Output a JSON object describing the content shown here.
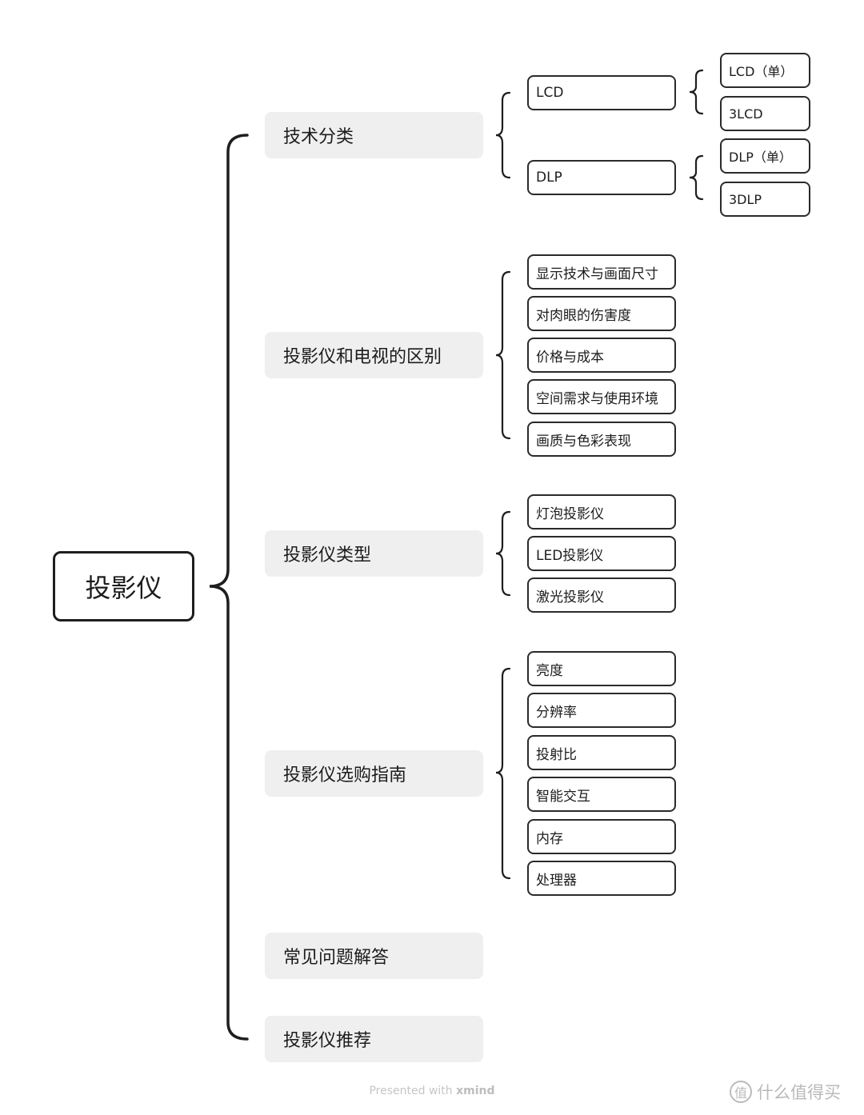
{
  "root": {
    "label": "投影仪"
  },
  "branches": [
    {
      "label": "技术分类",
      "children": [
        {
          "label": "LCD",
          "children": [
            "LCD（单）",
            "3LCD"
          ]
        },
        {
          "label": "DLP",
          "children": [
            "DLP（单）",
            "3DLP"
          ]
        }
      ]
    },
    {
      "label": "投影仪和电视的区别",
      "children": [
        "显示技术与画面尺寸",
        "对肉眼的伤害度",
        "价格与成本",
        "空间需求与使用环境",
        "画质与色彩表现"
      ]
    },
    {
      "label": "投影仪类型",
      "children": [
        "灯泡投影仪",
        "LED投影仪",
        "激光投影仪"
      ]
    },
    {
      "label": "投影仪选购指南",
      "children": [
        "亮度",
        "分辨率",
        "投射比",
        "智能交互",
        "内存",
        "处理器"
      ]
    },
    {
      "label": "常见问题解答",
      "children": []
    },
    {
      "label": "投影仪推荐",
      "children": []
    }
  ],
  "footer": {
    "prefix": "Presented with",
    "brand": "xmind"
  },
  "watermark": {
    "icon": "值",
    "text": "什么值得买"
  },
  "colors": {
    "line": "#1e1e1e",
    "branch_fill": "#efefef"
  }
}
